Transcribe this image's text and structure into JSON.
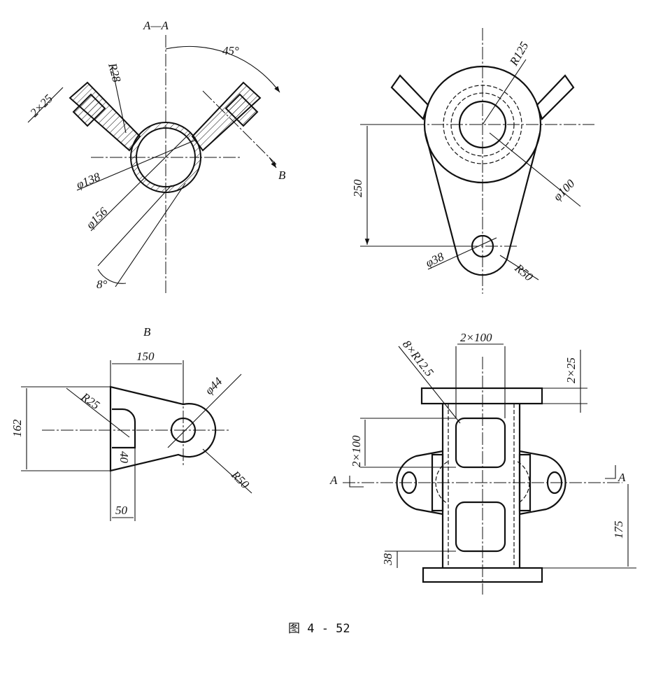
{
  "figure_caption": "图  4 - 52",
  "view_aa": {
    "title": "A—A",
    "angle": "45°",
    "r_fillet": "R28",
    "flange": "2×25",
    "inner_dia": "φ138",
    "outer_dia": "φ156",
    "draft_angle": "8°",
    "view_arrow": "B"
  },
  "view_top_right": {
    "r_big": "R125",
    "height": "250",
    "hole_dia": "φ100",
    "small_hole": "φ38",
    "r_small": "R50"
  },
  "view_b": {
    "title": "B",
    "width": "150",
    "height": "162",
    "r_slot": "R25",
    "hole_dia": "φ44",
    "slot_depth": "40",
    "r_end": "R50",
    "slot_width": "50"
  },
  "view_front": {
    "flange_spacing": "2×100",
    "fillet": "8×R12.5",
    "flange_thk": "2×25",
    "window_spacing": "2×100",
    "section_left": "A",
    "section_right": "A",
    "lug_height": "175",
    "bottom_offset": "38"
  }
}
